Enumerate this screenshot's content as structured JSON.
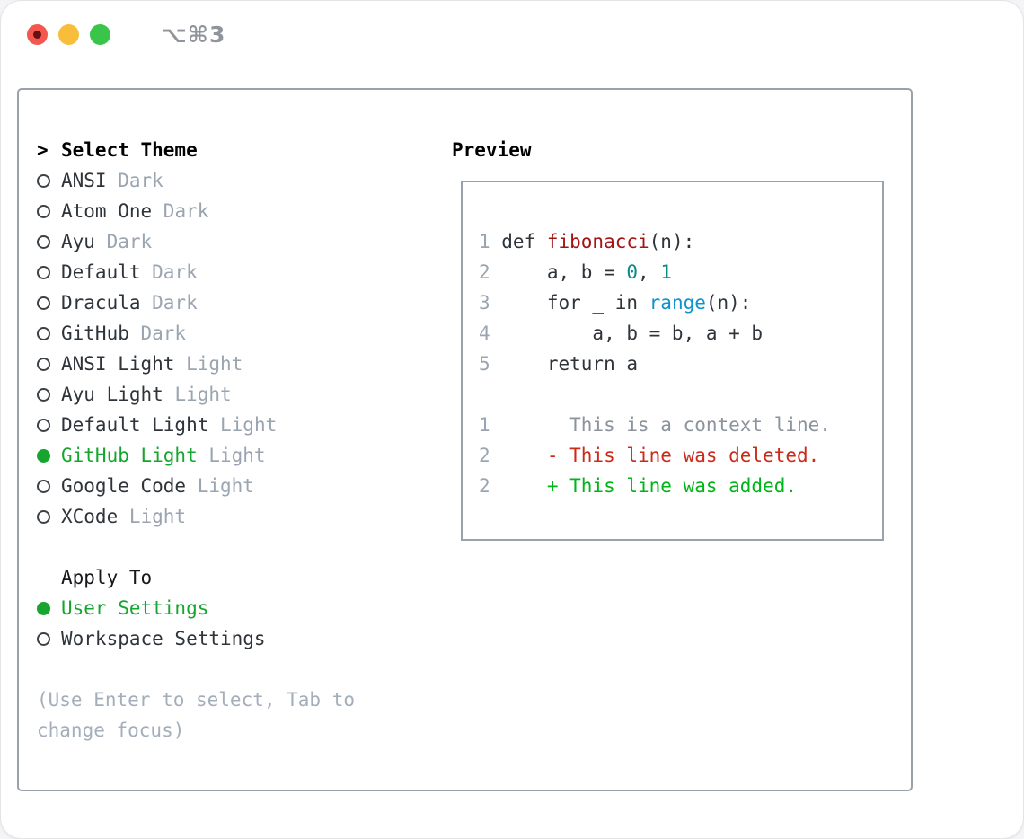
{
  "window": {
    "title": "⌥⌘3",
    "traffic_lights": [
      "close",
      "minimize",
      "zoom"
    ]
  },
  "theme_picker": {
    "prompt": ">",
    "header": "Select Theme",
    "items": [
      {
        "name": "ANSI",
        "variant": "Dark",
        "selected": false
      },
      {
        "name": "Atom One",
        "variant": "Dark",
        "selected": false
      },
      {
        "name": "Ayu",
        "variant": "Dark",
        "selected": false
      },
      {
        "name": "Default",
        "variant": "Dark",
        "selected": false
      },
      {
        "name": "Dracula",
        "variant": "Dark",
        "selected": false
      },
      {
        "name": "GitHub",
        "variant": "Dark",
        "selected": false
      },
      {
        "name": "ANSI Light",
        "variant": "Light",
        "selected": false
      },
      {
        "name": "Ayu Light",
        "variant": "Light",
        "selected": false
      },
      {
        "name": "Default Light",
        "variant": "Light",
        "selected": false
      },
      {
        "name": "GitHub Light",
        "variant": "Light",
        "selected": true
      },
      {
        "name": "Google Code",
        "variant": "Light",
        "selected": false
      },
      {
        "name": "XCode",
        "variant": "Light",
        "selected": false
      }
    ]
  },
  "apply_to": {
    "header": "Apply To",
    "items": [
      {
        "label": "User Settings",
        "selected": true
      },
      {
        "label": "Workspace Settings",
        "selected": false
      }
    ]
  },
  "hint": {
    "text": "(Use Enter to select, Tab to change focus)"
  },
  "preview": {
    "header": "Preview",
    "code_lines": [
      {
        "num": "1",
        "segments": [
          {
            "t": "def ",
            "c": "code"
          },
          {
            "t": "fibonacci",
            "c": "func"
          },
          {
            "t": "(n):",
            "c": "code"
          }
        ]
      },
      {
        "num": "2",
        "segments": [
          {
            "t": "    a, b = ",
            "c": "code"
          },
          {
            "t": "0",
            "c": "num"
          },
          {
            "t": ", ",
            "c": "code"
          },
          {
            "t": "1",
            "c": "num"
          }
        ]
      },
      {
        "num": "3",
        "segments": [
          {
            "t": "    for _ in ",
            "c": "code"
          },
          {
            "t": "range",
            "c": "builtin"
          },
          {
            "t": "(n):",
            "c": "code"
          }
        ]
      },
      {
        "num": "4",
        "segments": [
          {
            "t": "        a, b = b, a + b",
            "c": "code"
          }
        ]
      },
      {
        "num": "5",
        "segments": [
          {
            "t": "    return a",
            "c": "code"
          }
        ]
      },
      {
        "num": "",
        "segments": []
      },
      {
        "num": "1",
        "segments": [
          {
            "t": "      This is a context line.",
            "c": "context"
          }
        ]
      },
      {
        "num": "2",
        "segments": [
          {
            "t": "    - This line was deleted.",
            "c": "deleted"
          }
        ]
      },
      {
        "num": "2",
        "segments": [
          {
            "t": "    + This line was added.",
            "c": "added"
          }
        ]
      }
    ]
  },
  "colors": {
    "selected_green": "#16a52f",
    "added_green": "#00b517",
    "deleted_red": "#cb2a19",
    "function_red": "#a31414",
    "number_teal": "#0d8a85",
    "builtin_blue": "#0e93cd",
    "muted_gray": "#9aa5b1",
    "border_gray": "#99a2ac",
    "text_dark": "#2e343a"
  }
}
